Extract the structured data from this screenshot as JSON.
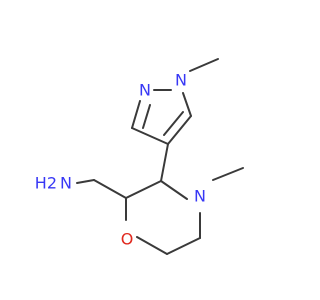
{
  "colors": {
    "bond": "#3a3a3a",
    "nitrogen": "#3838f5",
    "oxygen": "#e0281e"
  },
  "atoms": {
    "pyrazole_n1": "N",
    "pyrazole_n2": "N",
    "morpholine_n": "N",
    "morpholine_o": "O",
    "amine_n": "N",
    "amine_h2": "H2"
  }
}
